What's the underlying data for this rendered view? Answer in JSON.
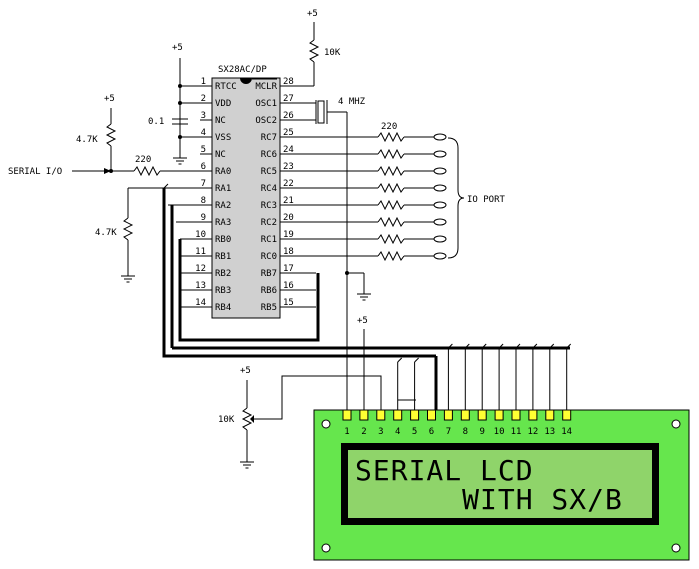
{
  "chip": {
    "name": "SX28AC/DP",
    "left_pins": [
      {
        "num": "1",
        "label": "RTCC"
      },
      {
        "num": "2",
        "label": "VDD"
      },
      {
        "num": "3",
        "label": "NC"
      },
      {
        "num": "4",
        "label": "VSS"
      },
      {
        "num": "5",
        "label": "NC"
      },
      {
        "num": "6",
        "label": "RA0"
      },
      {
        "num": "7",
        "label": "RA1"
      },
      {
        "num": "8",
        "label": "RA2"
      },
      {
        "num": "9",
        "label": "RA3"
      },
      {
        "num": "10",
        "label": "RB0"
      },
      {
        "num": "11",
        "label": "RB1"
      },
      {
        "num": "12",
        "label": "RB2"
      },
      {
        "num": "13",
        "label": "RB3"
      },
      {
        "num": "14",
        "label": "RB4"
      }
    ],
    "right_pins": [
      {
        "num": "28",
        "label": "MCLR"
      },
      {
        "num": "27",
        "label": "OSC1"
      },
      {
        "num": "26",
        "label": "OSC2"
      },
      {
        "num": "25",
        "label": "RC7"
      },
      {
        "num": "24",
        "label": "RC6"
      },
      {
        "num": "23",
        "label": "RC5"
      },
      {
        "num": "22",
        "label": "RC4"
      },
      {
        "num": "21",
        "label": "RC3"
      },
      {
        "num": "20",
        "label": "RC2"
      },
      {
        "num": "19",
        "label": "RC1"
      },
      {
        "num": "18",
        "label": "RC0"
      },
      {
        "num": "17",
        "label": "RB7"
      },
      {
        "num": "16",
        "label": "RB6"
      },
      {
        "num": "15",
        "label": "RB5"
      }
    ]
  },
  "labels": {
    "plus5": "+5",
    "r_mclr": "10K",
    "crystal": "4 MHZ",
    "cap": "0.1",
    "r_pullup": "4.7K",
    "r_pulldown": "4.7K",
    "r_serial": "220",
    "r_port": "220",
    "serial_io": "SERIAL I/O",
    "io_port": "IO PORT",
    "pot": "10K"
  },
  "lcd": {
    "pins": [
      "1",
      "2",
      "3",
      "4",
      "5",
      "6",
      "7",
      "8",
      "9",
      "10",
      "11",
      "12",
      "13",
      "14"
    ],
    "line1": "SERIAL LCD",
    "line2": "      WITH SX/B"
  },
  "colors": {
    "lcd_board": "#66e64d",
    "lcd_screen": "#8fd46a"
  }
}
